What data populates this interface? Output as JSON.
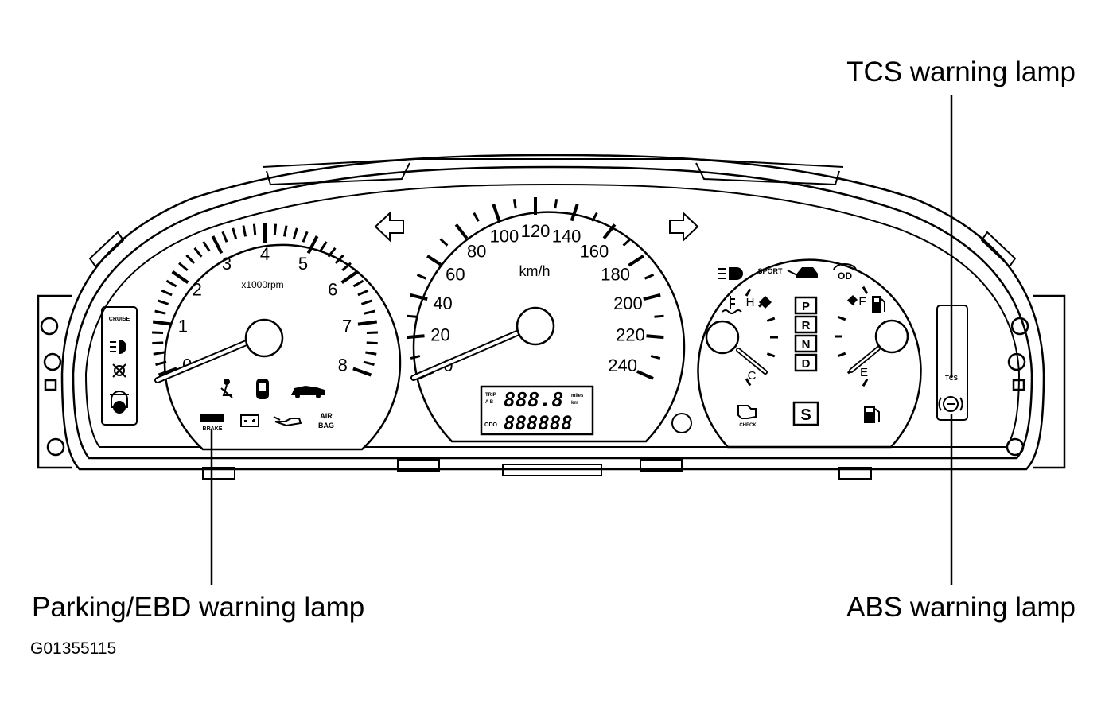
{
  "callouts": {
    "tcs": "TCS warning lamp",
    "abs": "ABS warning lamp",
    "parking": "Parking/EBD warning lamp"
  },
  "figure_code": "G01355115",
  "tachometer": {
    "unit": "x1000rpm",
    "labels": [
      "0",
      "1",
      "2",
      "3",
      "4",
      "5",
      "6",
      "7",
      "8"
    ]
  },
  "speedometer": {
    "unit": "km/h",
    "labels": [
      "0",
      "20",
      "40",
      "60",
      "80",
      "100",
      "120",
      "140",
      "160",
      "180",
      "200",
      "220",
      "240"
    ]
  },
  "odometer": {
    "trip_label": "TRIP",
    "trip_mode_label": "A B",
    "trip_value": "888.8",
    "unit_miles": "miles",
    "unit_km": "km",
    "odo_label": "ODO",
    "odo_value": "888888"
  },
  "temp_gauge": {
    "hot": "H",
    "cold": "C"
  },
  "fuel_gauge": {
    "full": "F",
    "empty": "E"
  },
  "gear_indicators": [
    "P",
    "R",
    "N",
    "D"
  ],
  "sport_mode": "S",
  "lamp_labels": {
    "cruise": "CRUISE",
    "brake": "BRAKE",
    "airbag_line1": "AIR",
    "airbag_line2": "BAG",
    "sport": "SPORT",
    "check": "CHECK",
    "od": "OD",
    "tcs": "TCS"
  }
}
